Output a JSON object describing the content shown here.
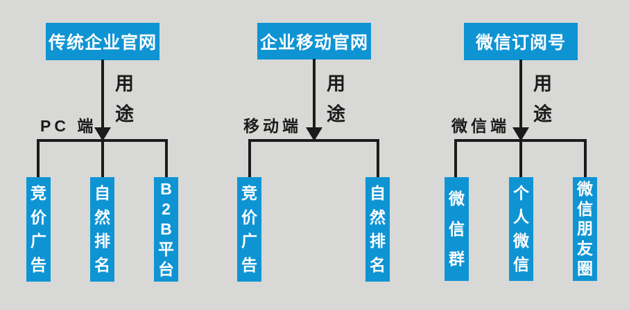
{
  "palette": {
    "background": "#d8d8d6",
    "box_blue": "#0f94d3",
    "box_text": "#ffffff",
    "line_black": "#1b1b1b"
  },
  "trees": [
    {
      "root_label": "传统企业官网",
      "edge_label": "用途",
      "branch_label": "PC 端",
      "children": [
        "竞价广告",
        "自然排名",
        "B2B平台"
      ]
    },
    {
      "root_label": "企业移动官网",
      "edge_label": "用途",
      "branch_label": "移动端",
      "children": [
        "竞价广告",
        "自然排名"
      ]
    },
    {
      "root_label": "微信订阅号",
      "edge_label": "用途",
      "branch_label": "微信端",
      "children": [
        "微信群",
        "个人微信",
        "微信朋友圈"
      ]
    }
  ]
}
